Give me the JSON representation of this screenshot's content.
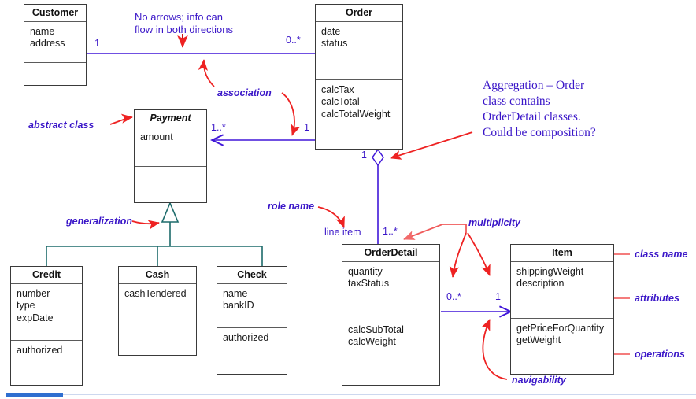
{
  "diagram": {
    "title": "UML Class Diagram",
    "colors": {
      "association_line": "#4016d9",
      "generalization_line": "#1d6b6b",
      "annotation_text": "#3a16c8",
      "annotation_arrow": "#ee2222",
      "class_border": "#3a3a3a",
      "accent_bar": "#2f6fd0"
    }
  },
  "classes": [
    {
      "id": "customer",
      "name": "Customer",
      "abstract": false,
      "attributes": [
        "name",
        "address"
      ],
      "operations": []
    },
    {
      "id": "order",
      "name": "Order",
      "abstract": false,
      "attributes": [
        "date",
        "status"
      ],
      "operations": [
        "calcTax",
        "calcTotal",
        "calcTotalWeight"
      ]
    },
    {
      "id": "payment",
      "name": "Payment",
      "abstract": true,
      "attributes": [
        "amount"
      ],
      "operations": []
    },
    {
      "id": "credit",
      "name": "Credit",
      "abstract": false,
      "attributes": [
        "number",
        "type",
        "expDate"
      ],
      "operations": [
        "authorized"
      ]
    },
    {
      "id": "cash",
      "name": "Cash",
      "abstract": false,
      "attributes": [
        "cashTendered"
      ],
      "operations": []
    },
    {
      "id": "check",
      "name": "Check",
      "abstract": false,
      "attributes": [
        "name",
        "bankID"
      ],
      "operations": [
        "authorized"
      ]
    },
    {
      "id": "orderdetail",
      "name": "OrderDetail",
      "abstract": false,
      "attributes": [
        "quantity",
        "taxStatus"
      ],
      "operations": [
        "calcSubTotal",
        "calcWeight"
      ]
    },
    {
      "id": "item",
      "name": "Item",
      "abstract": false,
      "attributes": [
        "shippingWeight",
        "description"
      ],
      "operations": [
        "getPriceForQuantity",
        "getWeight"
      ]
    }
  ],
  "multiplicities": {
    "customer_order_left": "1",
    "customer_order_right": "0..*",
    "payment_order_left": "1..*",
    "payment_order_right": "1",
    "order_aggregation": "1",
    "orderdetail_upper": "1..*",
    "orderdetail_right": "0..*",
    "item_left": "1"
  },
  "role_names": {
    "line_item": "line item"
  },
  "notes": {
    "no_arrows_line1": "No arrows; info can",
    "no_arrows_line2": "flow in both directions",
    "aggregation_line1": "Aggregation – Order",
    "aggregation_line2": "class contains",
    "aggregation_line3": "OrderDetail classes.",
    "aggregation_line4": "Could be composition?"
  },
  "annotations": {
    "association": "association",
    "abstract_class": "abstract class",
    "generalization": "generalization",
    "role_name": "role name",
    "multiplicity": "multiplicity",
    "class_name": "class name",
    "attributes": "attributes",
    "operations": "operations",
    "navigability": "navigability"
  }
}
